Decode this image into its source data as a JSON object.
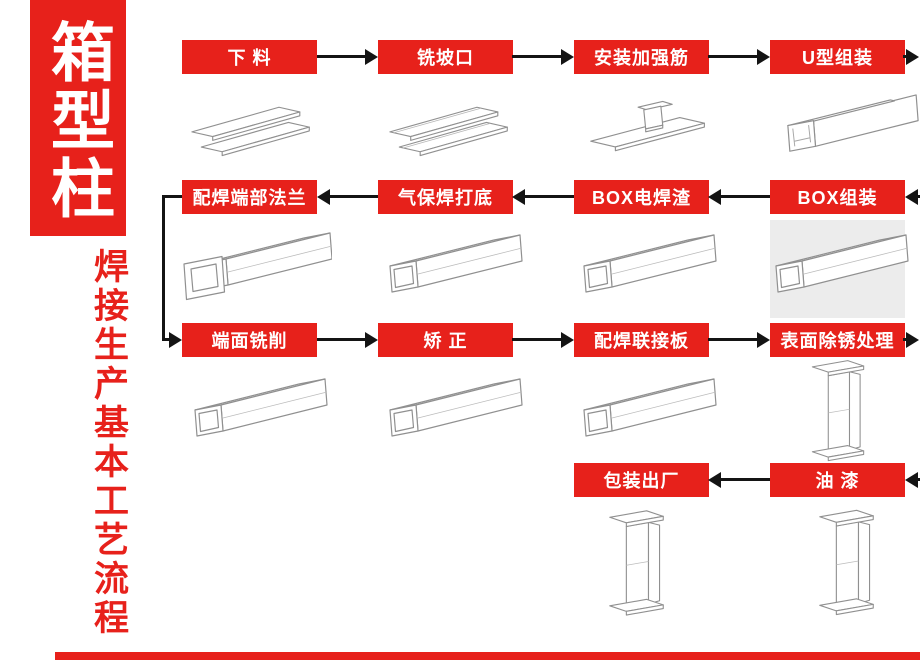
{
  "sidebar": {
    "title": "箱型柱",
    "subtitle": "焊接生产基本工艺流程"
  },
  "flow": {
    "row1": [
      "下 料",
      "铣坡口",
      "安装加强筋",
      "U型组装"
    ],
    "row2": [
      "配焊端部法兰",
      "气保焊打底",
      "BOX电焊渣",
      "BOX组装"
    ],
    "row3": [
      "端面铣削",
      "矫 正",
      "配焊联接板",
      "表面除锈处理"
    ],
    "row4": [
      "包装出厂",
      "油 漆"
    ]
  },
  "colors": {
    "accent": "#e7211b",
    "arrow": "#141414"
  }
}
